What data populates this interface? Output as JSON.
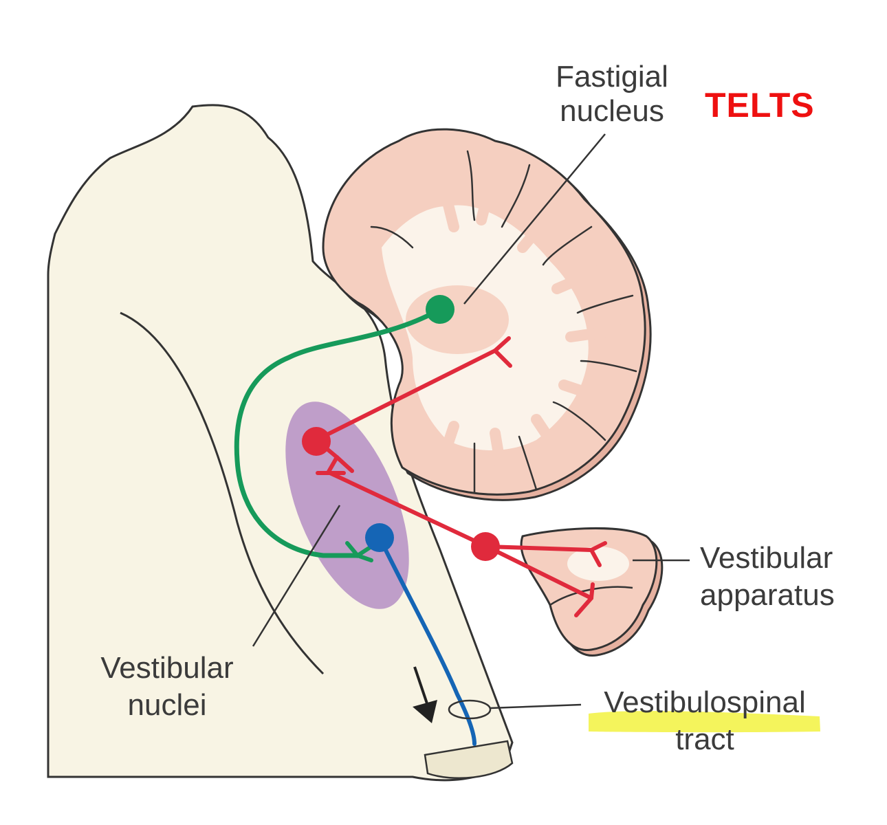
{
  "labels": {
    "fastigial_line1": "Fastigial",
    "fastigial_line2": "nucleus",
    "telts": "TELTS",
    "vestibular_apparatus_line1": "Vestibular",
    "vestibular_apparatus_line2": "apparatus",
    "vestibular_nuclei_line1": "Vestibular",
    "vestibular_nuclei_line2": "nuclei",
    "tract_line1": "Vestibulospinal",
    "tract_line2": "tract"
  },
  "colors": {
    "brainstem_fill": "#f8f4e4",
    "cerebellum_fill": "#f5cfc0",
    "white_matter": "#fbf3ea",
    "nuclei_fill": "#b58ec4",
    "green_pathway": "#169a5a",
    "red_pathway": "#e02a3c",
    "blue_pathway": "#1565b5",
    "highlight": "#f3f34a",
    "telts_red": "#ee1010"
  }
}
